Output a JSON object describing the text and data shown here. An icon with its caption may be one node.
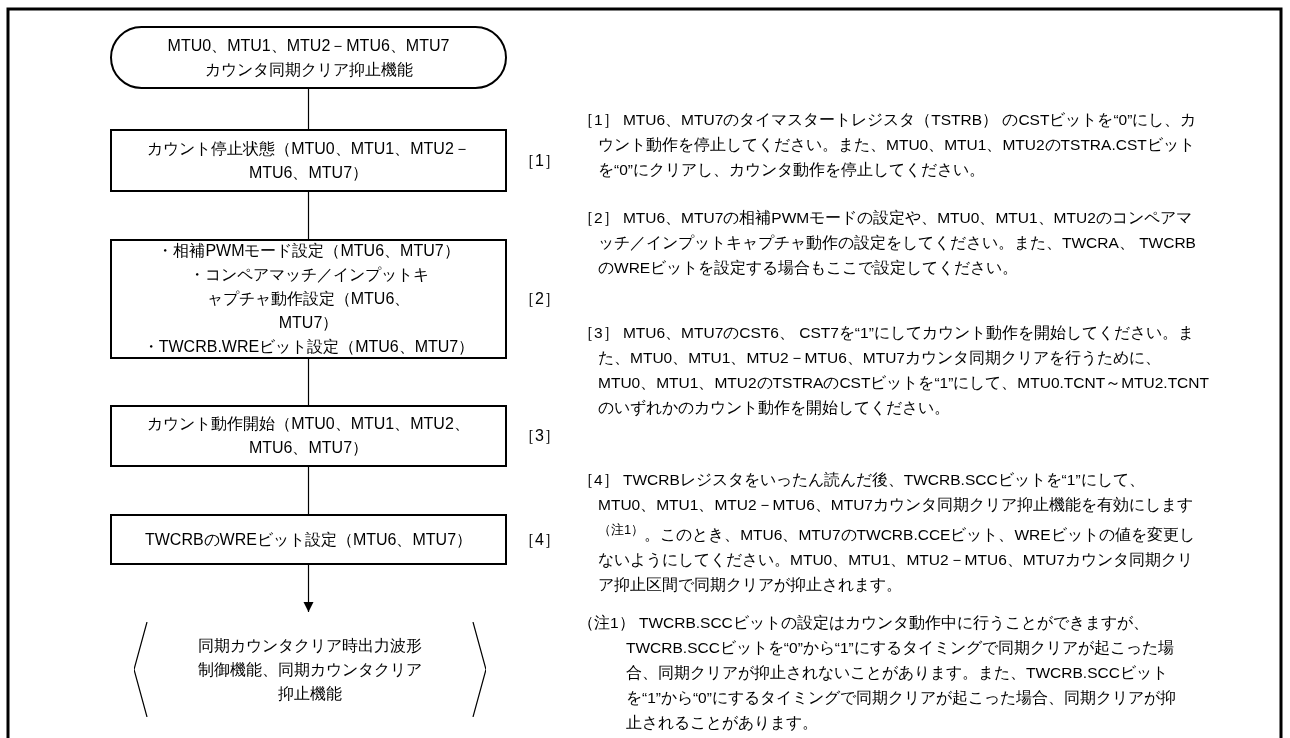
{
  "diagram": {
    "nodes": [
      {
        "text": [
          "MTU0、MTU1、MTU2－MTU6、MTU7 カウンタ同期クリア抑止機能"
        ]
      },
      {
        "text": [
          "カウント停止状態（MTU0、MTU1、MTU2－MTU6、MTU7）"
        ],
        "beside": [
          "［1］"
        ]
      },
      {
        "text": [
          "・相補PWMモード設定（MTU6、MTU7）",
          "・コンペアマッチ／インプットキャプチャ動作設定（MTU6、MTU7）",
          "・TWCRB.WREビット設定（MTU6、MTU7）"
        ],
        "beside": [
          "［2］"
        ]
      },
      {
        "text": [
          "カウント動作開始（MTU0、MTU1、MTU2、MTU6、MTU7）"
        ],
        "beside": [
          "［3］"
        ]
      },
      {
        "text": [
          "TWCRBのWREビット設定（MTU6、MTU7）"
        ],
        "beside": [
          "［4］"
        ]
      },
      {
        "text": [
          "同期カウンタクリア時出力波形制御機能、同期カウンタクリア抑止機能"
        ]
      }
    ],
    "edges": [
      {
        "from": 0,
        "to": 1,
        "arrow": "none"
      },
      {
        "from": 1,
        "to": 2,
        "arrow": "none"
      },
      {
        "from": 2,
        "to": 3,
        "arrow": "none"
      },
      {
        "from": 3,
        "to": 4,
        "arrow": "none"
      },
      {
        "from": 4,
        "to": 5,
        "arrow": "to"
      }
    ],
    "labels": [
      "［1］ MTU6、MTU7のタイマスタートレジスタ（TSTRB） のCSTビットを“0”にし、カウント動作を停止してください。また、MTU0、MTU1、MTU2のTSTRA.CSTビットを“0”にクリアし、カウンタ動作を停止してください。",
      "［2］ MTU6、MTU7の相補PWMモードの設定や、MTU0、MTU1、MTU2のコンペアマッチ／インプットキャプチャ動作の設定をしてください。また、TWCRA、 TWCRBのWREビットを設定する場合もここで設定してください。",
      "［3］ MTU6、MTU7のCST6、 CST7を“1”にしてカウント動作を開始してください。また、MTU0、MTU1、MTU2－MTU6、MTU7カウンタ同期クリアを行うために、MTU0、MTU1、MTU2のTSTRAのCSTビットを“1”にして、MTU0.TCNT～MTU2.TCNTのいずれかのカウント動作を開始してください。",
      "［4］ TWCRBレジスタをいったん読んだ後、TWCRB.SCCビットを“1”にして、MTU0、MTU1、MTU2－MTU6、MTU7カウンタ同期クリア抑止機能を有効にします$^{（注1）}$。このとき、MTU6、MTU7のTWCRB.CCEビット、WREビットの値を変更しないようにしてください。MTU0、MTU1、MTU2－MTU6、MTU7カウンタ同期クリア抑止区間で同期クリアが抑止されます。",
      "（注1） TWCRB.SCCビットの設定はカウンタ動作中に行うことができますが、TWCRB.SCCビットを“0”から“1”にするタイミングで同期クリアが起こった場合、同期クリアが抑止されないことがあります。また、TWCRB.SCCビットを“1”から“0”にするタイミングで同期クリアが起こった場合、同期クリアが抑止されることがあります。"
    ]
  }
}
